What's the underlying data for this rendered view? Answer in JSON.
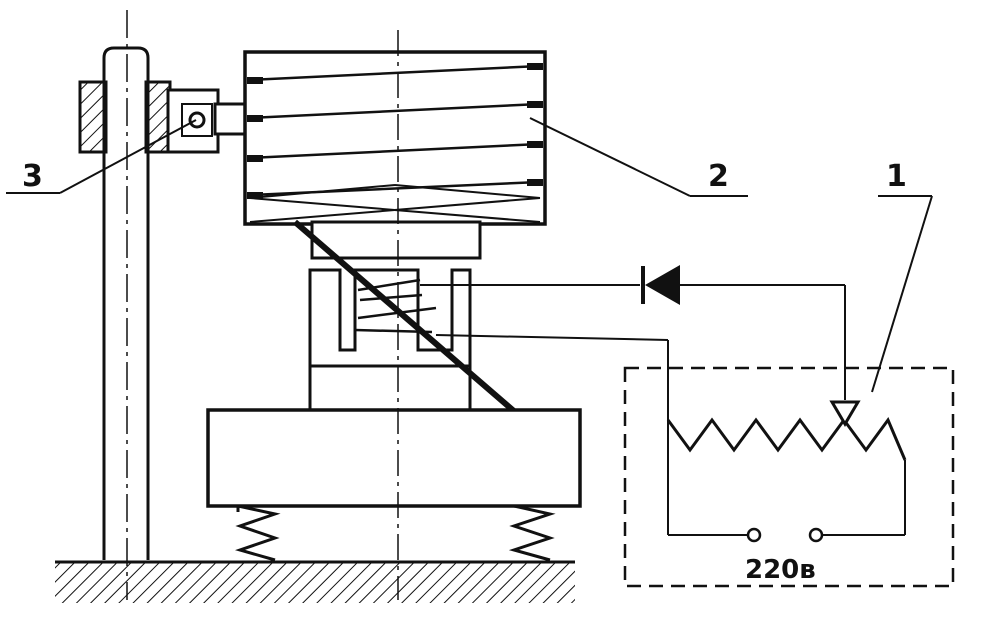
{
  "labels": {
    "part_1": "1",
    "part_2": "2",
    "part_3": "3",
    "voltage": "220в"
  },
  "colors": {
    "ink": "#111111",
    "paper": "#ffffff"
  }
}
